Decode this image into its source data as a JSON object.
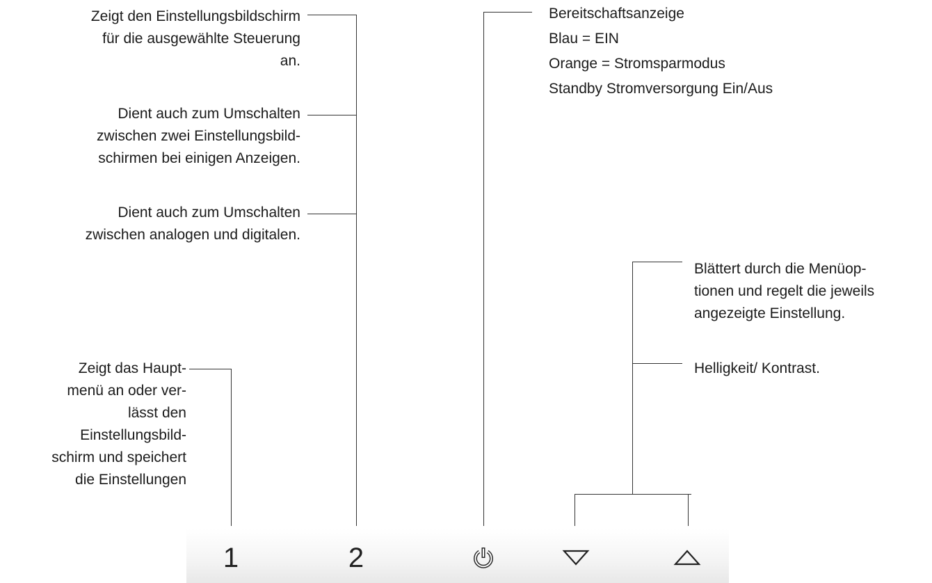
{
  "annotations": {
    "settings_screen": [
      "Zeigt den Einstellungsbildschirm",
      "für die ausgewählte Steuerung",
      "an."
    ],
    "toggle_screens": [
      "Dient auch zum Umschalten",
      "zwischen zwei Einstellungsbild-",
      "schirmen bei einigen Anzeigen."
    ],
    "toggle_analog": [
      "Dient auch zum Umschalten",
      "zwischen analogen und digitalen."
    ],
    "main_menu": [
      "Zeigt das Haupt-",
      "menü an oder ver-",
      "lässt den",
      "Einstellungsbild-",
      "schirm und speichert",
      "die Einstellungen"
    ],
    "standby": [
      "Bereitschaftsanzeige",
      "Blau = EIN",
      "Orange = Stromsparmodus",
      "Standby Stromversorgung Ein/Aus"
    ],
    "menu_scroll": [
      "Blättert durch die Menüop-",
      "tionen und regelt die jeweils",
      "angezeigte Einstellung."
    ],
    "brightness": [
      "Helligkeit/ Kontrast."
    ]
  },
  "buttons": {
    "one": "1",
    "two": "2",
    "power_icon": "power-icon",
    "down_icon": "triangle-down-icon",
    "up_icon": "triangle-up-icon"
  }
}
